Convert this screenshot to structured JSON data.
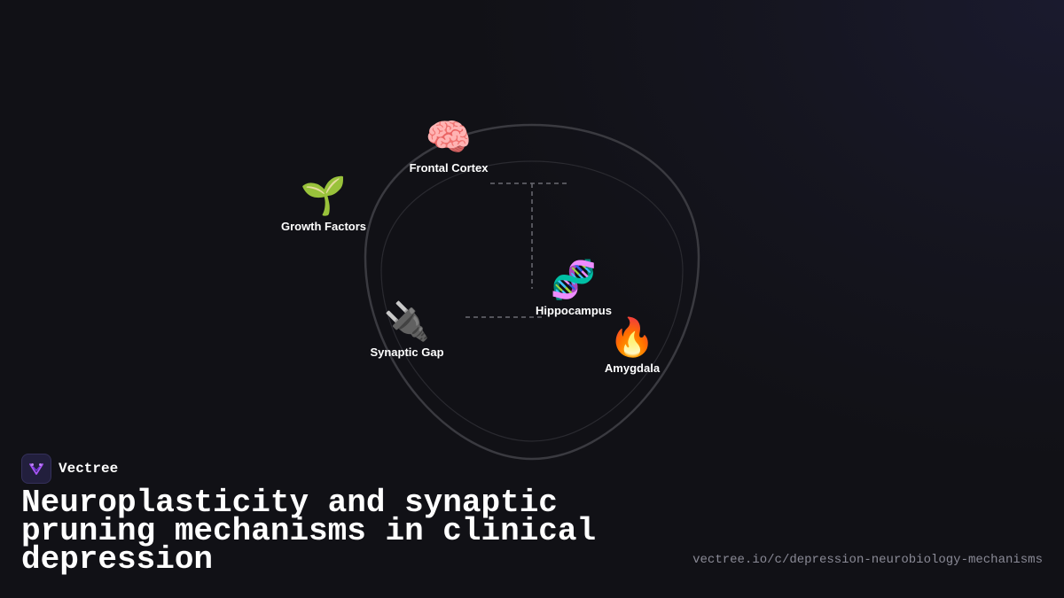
{
  "brand": {
    "name": "Vectree",
    "accent": "#a855f7"
  },
  "title": "Neuroplasticity and synaptic pruning mechanisms in clinical depression",
  "url": "vectree.io/c/depression-neurobiology-mechanisms",
  "nodes": [
    {
      "label": "Frontal Cortex",
      "icon": "brain-icon",
      "glyph": "🧠"
    },
    {
      "label": "Growth Factors",
      "icon": "seedling-icon",
      "glyph": "🌱"
    },
    {
      "label": "Hippocampus",
      "icon": "dna-icon",
      "glyph": "🧬"
    },
    {
      "label": "Synaptic Gap",
      "icon": "plug-icon",
      "glyph": "🔌"
    },
    {
      "label": "Amygdala",
      "icon": "fire-icon",
      "glyph": "🔥"
    }
  ]
}
